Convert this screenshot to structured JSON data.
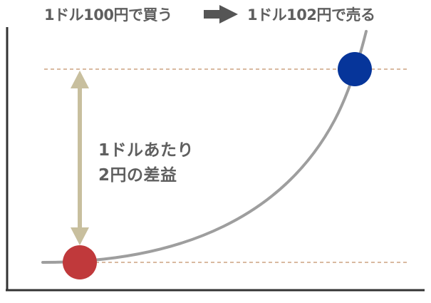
{
  "header": {
    "buy_label": "1ドル100円で買う",
    "sell_label": "1ドル102円で売る",
    "arrow_icon": "right-arrow-icon"
  },
  "annotation": {
    "gain_line1": "1ドルあたり",
    "gain_line2": "2円の差益"
  },
  "colors": {
    "text": "#5f5f5f",
    "buy_point": "#c0393b",
    "sell_point": "#06359a",
    "curve": "#9e9e9e",
    "axis": "#333333",
    "guide_line": "#d9b9a0",
    "double_arrow": "#c8bf9e",
    "header_arrow": "#555555"
  }
}
